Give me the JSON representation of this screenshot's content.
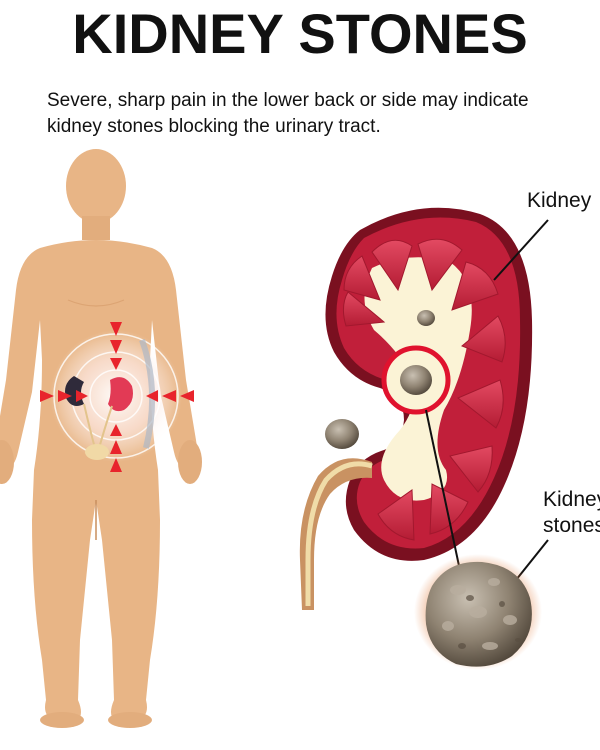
{
  "title": "KIDNEY STONES",
  "subtitle": "Severe, sharp pain in the lower back or side may indicate kidney stones blocking the urinary tract.",
  "labels": {
    "kidney": "Kidney",
    "kidney_stone_line1": "Kidney",
    "kidney_stone_line2": "stones"
  },
  "colors": {
    "skin": "#e8b586",
    "skin_shade": "#d39a68",
    "kidney_outer": "#c11f3a",
    "kidney_dark": "#7a1020",
    "pyramid": "#d4334d",
    "pelvis": "#fbf3d6",
    "marker": "#e8242c",
    "stone": "#8a7d6d"
  }
}
